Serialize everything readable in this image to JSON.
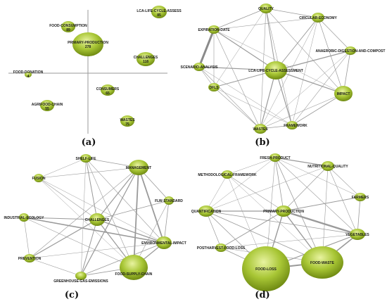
{
  "colors": {
    "node_fill": "#a4c432",
    "node_stroke": "#6f8a12",
    "edge": "#9a9a9a",
    "axis": "#9a9a9a"
  },
  "panels": [
    {
      "label": "(a)",
      "nodes": [
        {
          "id": "food-consumption",
          "name": "FOOD-CONSUMPTION",
          "value": "89"
        },
        {
          "id": "primary-production",
          "name": "PRIMARY-PRODUCTION",
          "value": "278"
        },
        {
          "id": "lca-life-cycle-assess",
          "name": "LCA-LIFE-CYCLE-ASSESS",
          "value": "85"
        },
        {
          "id": "challenges",
          "name": "CHALLENGES",
          "value": "118"
        },
        {
          "id": "food-donation",
          "name": "FOOD-DONATION",
          "value": "4"
        },
        {
          "id": "consumers",
          "name": "CONSUMERS",
          "value": "65"
        },
        {
          "id": "agrifood-chain",
          "name": "AGRIFOOD-CHAIN",
          "value": "55"
        },
        {
          "id": "wastes",
          "name": "WASTES",
          "value": "75"
        }
      ]
    },
    {
      "label": "(b)",
      "nodes": [
        {
          "id": "quality",
          "name": "QUALITY"
        },
        {
          "id": "circular-economy",
          "name": "CIRCULAR-ECONOMY"
        },
        {
          "id": "expiration-date",
          "name": "EXPIRATION-DATE"
        },
        {
          "id": "anaerobic",
          "name": "ANAEROBIC-DIGESTION-AND-COMPOST"
        },
        {
          "id": "scenario-analysis",
          "name": "SCENARIO-ANALYSIS"
        },
        {
          "id": "lca",
          "name": "LCA-LIFE-CYCLE-ASSESSMENT"
        },
        {
          "id": "impact",
          "name": "IMPACT"
        },
        {
          "id": "dfls",
          "name": "DFLS"
        },
        {
          "id": "wastes",
          "name": "WASTES"
        },
        {
          "id": "framework",
          "name": "FRAMEWORK"
        }
      ]
    },
    {
      "label": "(c)",
      "nodes": [
        {
          "id": "shelf-life",
          "name": "SHELF-LIFE"
        },
        {
          "id": "management",
          "name": "MANAGEMENT"
        },
        {
          "id": "fusion",
          "name": "FUSION"
        },
        {
          "id": "flw-standard",
          "name": "FLW-STANDARD"
        },
        {
          "id": "industrial-ecology",
          "name": "INDUSTRIAL-ECOLOGY"
        },
        {
          "id": "challenges",
          "name": "CHALLENGES"
        },
        {
          "id": "environmental-impact",
          "name": "ENVIRONMENTAL-IMPACT"
        },
        {
          "id": "prevention",
          "name": "PREVENTION"
        },
        {
          "id": "greenhouse-gas-emissions",
          "name": "GREENHOUSE-GAS-EMISSIONS"
        },
        {
          "id": "food-supply-chain",
          "name": "FOOD-SUPPLY-CHAIN"
        }
      ]
    },
    {
      "label": "(d)",
      "nodes": [
        {
          "id": "fresh-product",
          "name": "FRESH-PRODUCT"
        },
        {
          "id": "nutritional-quality",
          "name": "NUTRITIONAL-QUALITY"
        },
        {
          "id": "methodological-framework",
          "name": "METHODOLOGICAL-FRAMEWORK"
        },
        {
          "id": "farmers",
          "name": "FARMERS"
        },
        {
          "id": "quantification",
          "name": "QUANTIFICATION"
        },
        {
          "id": "primary-production",
          "name": "PRIMARY-PRODUCTION"
        },
        {
          "id": "vegetables",
          "name": "VEGETABLES"
        },
        {
          "id": "postharvest-food-loss",
          "name": "POSTHARVEST-FOOD-LOSS"
        },
        {
          "id": "food-loss",
          "name": "FOOD-LOSS"
        },
        {
          "id": "food-waste",
          "name": "FOOD-WASTE"
        }
      ]
    }
  ]
}
